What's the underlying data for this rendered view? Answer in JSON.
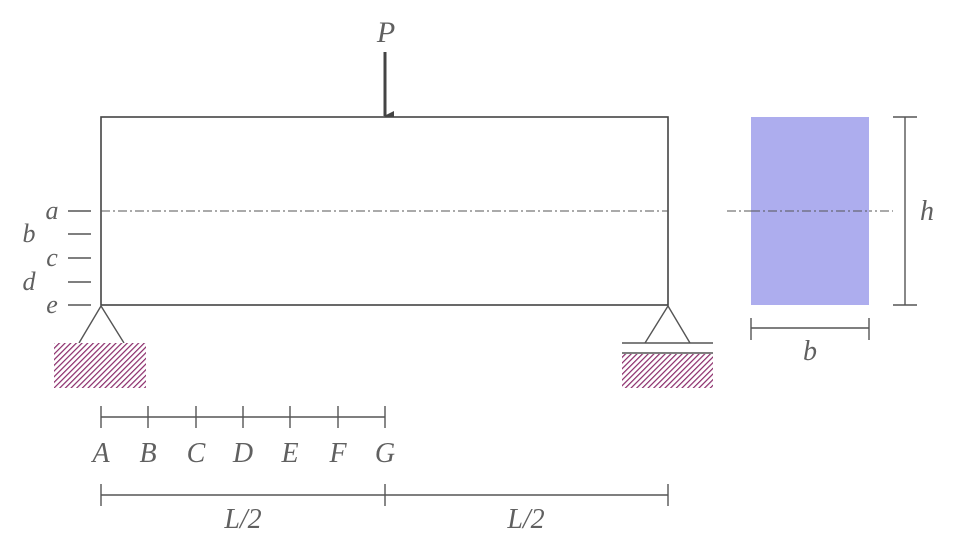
{
  "load": {
    "label": "P"
  },
  "layers": [
    "a",
    "b",
    "c",
    "d",
    "e"
  ],
  "points": [
    "A",
    "B",
    "C",
    "D",
    "E",
    "F",
    "G"
  ],
  "spans": [
    "L/2",
    "L/2"
  ],
  "section": {
    "height_label": "h",
    "width_label": "b",
    "fill_color": "#adadee"
  },
  "colors": {
    "hatch": "#8a2a6a",
    "stroke": "#555555",
    "text": "#606060"
  }
}
